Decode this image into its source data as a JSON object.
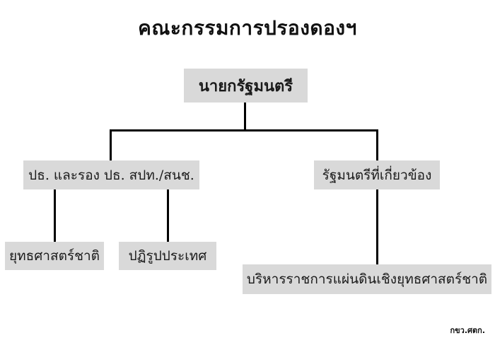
{
  "diagram": {
    "title": "คณะกรรมการปรองดองฯ",
    "nodes": {
      "root": {
        "label": "นายกรัฐมนตรี"
      },
      "left_mid": {
        "label": "ปธ. และรอง ปธ. สปท./สนช."
      },
      "right_mid": {
        "label": "รัฐมนตรีที่เกี่ยวข้อง"
      },
      "left_bottom_1": {
        "label": "ยุทธศาสตร์ชาติ"
      },
      "left_bottom_2": {
        "label": "ปฏิรูปประเทศ"
      },
      "right_bottom": {
        "label": "บริหารราชการแผ่นดินเชิงยุทธศาสตร์ชาติ"
      }
    },
    "edges": [
      {
        "from": "root",
        "to": "left_mid"
      },
      {
        "from": "root",
        "to": "right_mid"
      },
      {
        "from": "left_mid",
        "to": "left_bottom_1"
      },
      {
        "from": "left_mid",
        "to": "left_bottom_2"
      },
      {
        "from": "right_mid",
        "to": "right_bottom"
      }
    ],
    "footer": "กขว.ศตก.",
    "colors": {
      "node_fill": "#d9d9d9",
      "line": "#000000",
      "background": "#ffffff"
    }
  }
}
